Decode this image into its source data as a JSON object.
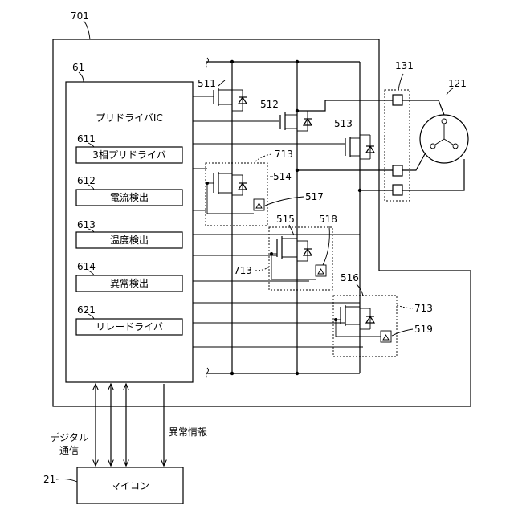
{
  "labels": {
    "outer_board": "701",
    "pre_driver_ic_ref": "61",
    "pre_driver_ic_title": "プリドライバIC",
    "blocks": [
      {
        "ref": "611",
        "name": "3相プリドライバ"
      },
      {
        "ref": "612",
        "name": "電流検出"
      },
      {
        "ref": "613",
        "name": "温度検出"
      },
      {
        "ref": "614",
        "name": "異常検出"
      },
      {
        "ref": "621",
        "name": "リレードライバ"
      }
    ],
    "switches": [
      "511",
      "512",
      "513",
      "514",
      "515",
      "516"
    ],
    "relays": [
      "517",
      "518",
      "519"
    ],
    "relay_groups": [
      "713",
      "713",
      "713"
    ],
    "connector": "131",
    "motor": "121",
    "micro_ref": "21",
    "micro_name": "マイコン",
    "digital_comm_line1": "デジタル",
    "digital_comm_line2": "通信",
    "abnormal_info": "異常情報"
  }
}
